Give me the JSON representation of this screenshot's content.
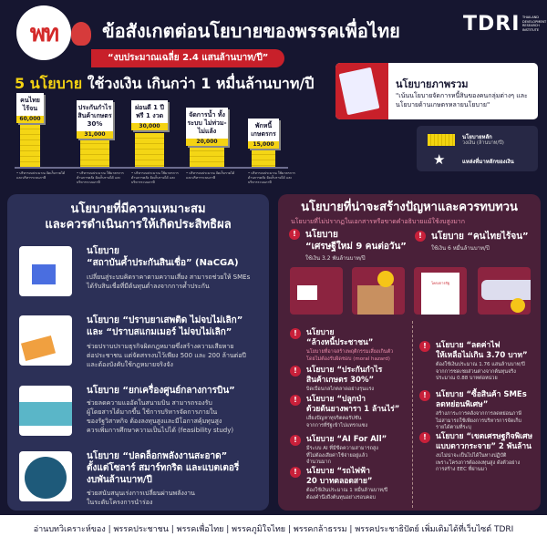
{
  "header": {
    "logo_text": "พท",
    "title": "ข้อสังเกตต่อนโยบายของพรรคเพื่อไทย",
    "subtitle": "“งบประมาณเฉลี่ย 2.4 แสนล้านบาท/ปี”",
    "brand": "TDRI",
    "brand_sub": "THAILAND DEVELOPMENT RESEARCH INSTITUTE"
  },
  "headline": {
    "highlight": "5 นโยบาย",
    "rest": "ใช้วงเงิน เกินกว่า 1 หมื่นล้านบาท/ปี"
  },
  "overview": {
    "title": "นโยบายภาพรวม",
    "text": "\"เน้นนโยบายจัดการหนี้สินของคนกลุ่มต่างๆ และนโยบายด้านเกษตรหลายนโยบาย\""
  },
  "legend": {
    "main_policy": "นโยบายหลัก",
    "budget": "วงเงิน (ล้านบาท/ปี)",
    "source": "แหล่งที่มาหลักของเงิน",
    "star_icon": "star-icon"
  },
  "bars": [
    {
      "label": "คนไทย ไร้จน",
      "value": 60000,
      "value_label": "60,000",
      "note": "• บริหารงบประมาณ จัดเก็บรายได้ และบริหารระบบภาษี"
    },
    {
      "label": "ประกันกำไร สินค้าเกษตร 30%",
      "value": 31000,
      "value_label": "31,000",
      "note": "• บริหารงบประมาณ ใช้มาตรการด้านการคลัง จัดเก็บรายได้ และ บริหารระบบภาษี"
    },
    {
      "label": "ผ่อนดี 1 ปี ฟรี 1 งวด",
      "value": 30000,
      "value_label": "30,000",
      "note": "• บริหารงบประมาณ ใช้มาตรการด้านการคลัง จัดเก็บรายได้ และ บริหารระบบภาษี"
    },
    {
      "label": "จัดการน้ำ ทั้งระบบ ไม่ท่วม-ไม่แล้ง",
      "value": 20000,
      "value_label": "20,000",
      "note": "• บริหารงบประมาณ จัดเก็บรายได้ และบริหารระบบภาษี"
    },
    {
      "label": "พักหนี้ เกษตรกร",
      "value": 15000,
      "value_label": "15,000",
      "note": "• บริหารงบประมาณ ใช้มาตรการด้านการคลัง จัดเก็บรายได้ และ บริหารระบบภาษี"
    }
  ],
  "left_panel": {
    "title_1": "นโยบายที่มีความเหมาะสม",
    "title_2": "และควรดำเนินการให้เกิดประสิทธิผล",
    "items": [
      {
        "h1": "นโยบาย",
        "h2": "“สถาบันค้ำประกันสินเชื่อ” (NaCGA)",
        "d": [
          "เปลี่ยนสู่ระบบคิดราคาตามความเสี่ยง สามารถช่วยให้ SMEs",
          "ได้รับสินเชื่อที่มีต้นทุนต่ำลงจากการค้ำประกัน"
        ]
      },
      {
        "h1": "นโยบาย “ปราบยาเสพติด ไม่จบไม่เลิก”",
        "h2": "และ “ปราบสแกมเมอร์ ไม่จบไม่เลิก”",
        "d": [
          "ช่วยปราบปรามธุรกิจผิดกฎหมายซึ่งสร้างความเสียหาย",
          "ต่อประชาชน แต่จัดสรรงบไว้เพียง 500 และ 200 ล้านต่อปี",
          "และต้องบังคับใช้กฎหมายจริงจัง"
        ]
      },
      {
        "h1": "นโยบาย “ยกเครื่องศูนย์กลางการบิน”",
        "h2": "",
        "d": [
          "ช่วยลดความแออัดในสนามบิน สามารถรองรับ",
          "ผู้โดยสารได้มากขึ้น ใช้การบริหารจัดการภายใน",
          "ของรัฐวิสาหกิจ ต้องลงทุนสูงและมีโอกาสคุ้มทุนสูง",
          "ควรเพิ่มการศึกษาความเป็นไปได้ (feasibility study)"
        ]
      },
      {
        "h1": "นโยบาย “ปลดล็อกพลังงานสะอาด”",
        "h2": "ตั้งแต่โซลาร์ สมาร์ทกริด และแบตเตอรี่",
        "h3": "งบพันล้านบาท/ปี",
        "d": [
          "ช่วยสนับสนุนเร่งการเปลี่ยนผ่านพลังงาน",
          "ในระดับโครงการนำร่อง"
        ]
      }
    ]
  },
  "right_panel": {
    "title": "นโยบายที่น่าจะสร้างปัญหาและควรทบทวน",
    "subtitle": "นโยบายที่ไม่ปรากฏในเอกสารหรือขาดคำอธิบายแม้ใช้งบสูงมาก",
    "top": [
      {
        "h1": "นโยบาย",
        "h2": "“เศรษฐีใหม่ 9 คนต่อวัน”",
        "d": "ใช้เงิน 3.2 พันล้านบาท/ปี"
      },
      {
        "h1": "นโยบาย “คนไทยไร้จน”",
        "h2": "",
        "d": "ใช้เงิน 6 หมื่นล้านบาท/ปี"
      }
    ],
    "left_items": [
      {
        "h": [
          "นโยบาย",
          "“ล้างหนี้ประชาชน”"
        ],
        "d": [
          "นโยบายที่อาจสร้างพฤติกรรมเสี่ยงเกินตัว",
          "โดยไม่ต้องรับผิดชอบ (moral hazard)"
        ],
        "pink": true
      },
      {
        "h": [
          "นโยบาย “ประกันกำไร",
          "สินค้าเกษตร 30%”"
        ],
        "d": [
          "บิดเบือนกลไกตลาดอย่างรุนแรง"
        ]
      },
      {
        "h": [
          "นโยบาย “ปลูกป่า",
          "ด้วยต้นยางพารา 1 ล้านไร่”"
        ],
        "d": [
          "เสี่ยงปัญหาทุจริตคอรัปชัน",
          "จากการที่รัฐเข้าไปแทรกแซง"
        ]
      },
      {
        "h": [
          "นโยบาย “AI For All”"
        ],
        "d": [
          "มีระบบ AI ที่มีขีดความสามารถสูง",
          "ที่ไม่ต้องเสียค่าใช้จ่ายอยู่แล้ว",
          "จำนวนมาก"
        ]
      },
      {
        "h": [
          "นโยบาย “รถไฟฟ้า",
          "20 บาทตลอดสาย”"
        ],
        "d": [
          "ต้องใช้เงินประมาณ 1 หมื่นล้านบาท/ปี",
          "ต้องคำนึงถึงต้นทุนอย่างรอบคอบ"
        ]
      }
    ],
    "right_items": [
      {
        "h": [
          "นโยบาย “ลดค่าไฟ",
          "ให้เหลือไม่เกิน 3.70 บาท”"
        ],
        "d": [
          "ต้องใช้เงินประมาณ 1.76 แสนล้านบาท/ปี",
          "จากการชดเชยส่วนต่างจากต้นทุนจริง",
          "ประมาณ 0.88 บาทต่อหน่วย"
        ]
      },
      {
        "h": [
          "นโยบาย “ซื้อสินค้า SMEs",
          "ลดหย่อนพิเศษ”"
        ],
        "d": [
          "สร้างภาระการคลังจากการลดหย่อนภาษี",
          "ไม่สามารถใช้เพียงการบริหารการจัดเก็บ",
          "รายได้ตามที่ระบุ"
        ]
      },
      {
        "h": [
          "นโยบาย “เขตเศรษฐกิจพิเศษ",
          "แบบดาวกระจาย” 2 พันล้าน"
        ],
        "d": [
          "งบไม่น่าจะเป็นไปได้ในทางปฏิบัติ",
          "เพราะโครงการต้องลงทุนสูง ดังตัวอย่าง",
          "การสร้าง EEC ที่ผ่านมา"
        ]
      }
    ],
    "image_caption": "โครงการรัฐ"
  },
  "footer": "อ่านบทวิเคราะห์ของ | พรรคประชาชน | พรรคเพื่อไทย | พรรคภูมิใจไทย | พรรคกล้าธรรม | พรรคประชาธิปัตย์ เพิ่มเติมได้ที่เว็บไซต์ TDRI",
  "colors": {
    "bg": "#161630",
    "accent_yellow": "#f5d312",
    "accent_red": "#c8202a",
    "left_panel": "#2c3057",
    "right_panel": "#4a2039"
  }
}
